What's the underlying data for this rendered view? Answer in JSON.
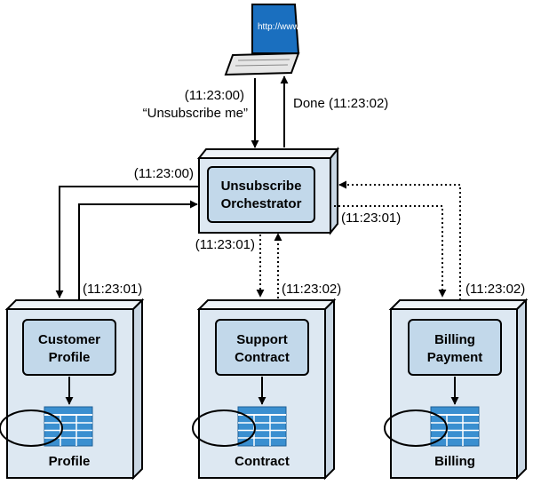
{
  "laptop": {
    "screen_text": "http://www"
  },
  "messages": {
    "request_time": "(11:23:00)",
    "request_text": "“Unsubscribe me”",
    "done_label": "Done (11:23:02)",
    "to_profile_time": "(11:23:00)",
    "from_profile_time": "(11:23:01)",
    "to_contract_time": "(11:23:01)",
    "from_contract_time": "(11:23:02)",
    "to_billing_time": "(11:23:01)",
    "from_billing_time": "(11:23:02)"
  },
  "orchestrator": {
    "line1": "Unsubscribe",
    "line2": "Orchestrator"
  },
  "services": [
    {
      "line1": "Customer",
      "line2": "Profile",
      "db": "Profile"
    },
    {
      "line1": "Support",
      "line2": "Contract",
      "db": "Contract"
    },
    {
      "line1": "Billing",
      "line2": "Payment",
      "db": "Billing"
    }
  ],
  "colors": {
    "box_fill": "#dde8f2",
    "inner_fill": "#c2d8ea",
    "db_blue": "#3a8fd0",
    "screen_blue": "#1a6fbf"
  }
}
